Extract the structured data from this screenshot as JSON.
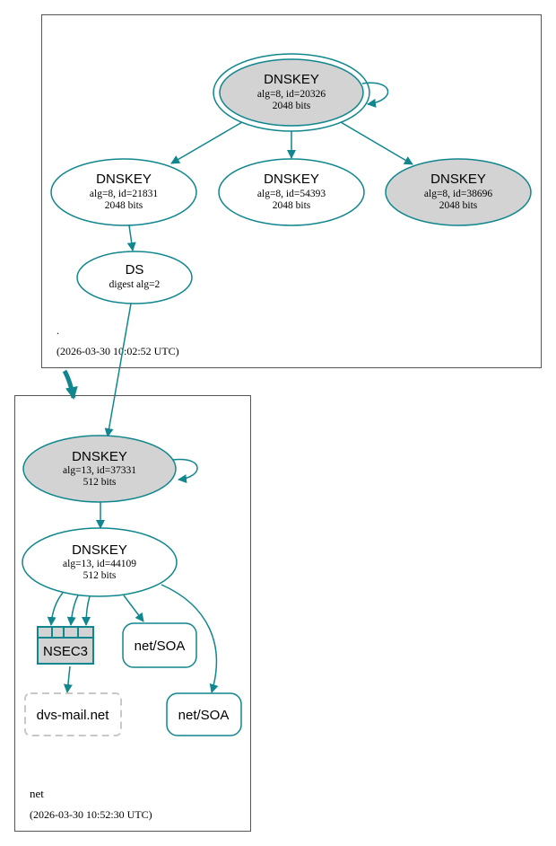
{
  "colors": {
    "edge": "#10868e",
    "node_fill_gray": "#d3d3d3",
    "node_fill_white": "#ffffff",
    "zone_border": "#555555",
    "dashed_node": "#c8c8c8"
  },
  "zones": {
    "root": {
      "name": ".",
      "timestamp": "(2026-03-30 10:02:52 UTC)"
    },
    "net": {
      "name": "net",
      "timestamp": "(2026-03-30 10:52:30 UTC)"
    }
  },
  "nodes": {
    "root_ksk": {
      "title": "DNSKEY",
      "line1": "alg=8, id=20326",
      "line2": "2048 bits"
    },
    "root_zsk1": {
      "title": "DNSKEY",
      "line1": "alg=8, id=21831",
      "line2": "2048 bits"
    },
    "root_zsk2": {
      "title": "DNSKEY",
      "line1": "alg=8, id=54393",
      "line2": "2048 bits"
    },
    "root_zsk3": {
      "title": "DNSKEY",
      "line1": "alg=8, id=38696",
      "line2": "2048 bits"
    },
    "ds": {
      "title": "DS",
      "line1": "digest alg=2"
    },
    "net_ksk": {
      "title": "DNSKEY",
      "line1": "alg=13, id=37331",
      "line2": "512 bits"
    },
    "net_zsk": {
      "title": "DNSKEY",
      "line1": "alg=13, id=44109",
      "line2": "512 bits"
    },
    "nsec3": {
      "title": "NSEC3"
    },
    "soa1": {
      "title": "net/SOA"
    },
    "soa2": {
      "title": "net/SOA"
    },
    "dvs": {
      "title": "dvs-mail.net"
    }
  }
}
